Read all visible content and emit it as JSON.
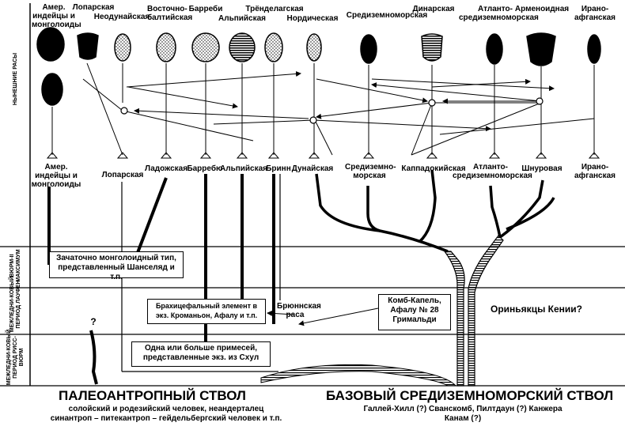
{
  "present_races_label": "НЫНЕШНИЕ РАСЫ",
  "period_labels": {
    "wurm": "ВЮРМ-II МАКСИМУМ",
    "laufen": "МЕЖЛЕДНИ-КОВЫЙ ПЕРИОД ЛАУФЕН",
    "riss": "МЕЖЛЕДНИ-КОВЫЙ ПЕРИОД РИСС-ВЮРМ"
  },
  "top_races": [
    {
      "key": "amer",
      "label": "Амер. индейцы и монголоиды"
    },
    {
      "key": "lapp",
      "label": "Лопарская"
    },
    {
      "key": "neodanube",
      "label": "Неодунайская"
    },
    {
      "key": "eastbaltic",
      "label": "Восточно-балтийская"
    },
    {
      "key": "borreby",
      "label": "Барреби"
    },
    {
      "key": "alpine",
      "label": "Альпийская"
    },
    {
      "key": "trondelag",
      "label": "Трёнделагская"
    },
    {
      "key": "nordic",
      "label": "Нордическая"
    },
    {
      "key": "mediterranean",
      "label": "Средиземноморская"
    },
    {
      "key": "dinaric",
      "label": "Динарская"
    },
    {
      "key": "atlanto",
      "label": "Атланто-средиземноморская"
    },
    {
      "key": "armenoid",
      "label": "Арменоидная"
    },
    {
      "key": "iranoafghan",
      "label": "Ирано-афганская"
    }
  ],
  "ancestral_races": [
    {
      "key": "amer",
      "label": "Амер. индейцы и монголоиды"
    },
    {
      "key": "lapp",
      "label": "Лопарская"
    },
    {
      "key": "ladoga",
      "label": "Ладожская"
    },
    {
      "key": "borreby",
      "label": "Барребю"
    },
    {
      "key": "alpine",
      "label": "Альпийская"
    },
    {
      "key": "brunn",
      "label": "Бринн"
    },
    {
      "key": "danube",
      "label": "Дунайская"
    },
    {
      "key": "mediterranean",
      "label": "Средиземно-морская"
    },
    {
      "key": "cappadocian",
      "label": "Каппадокийская"
    },
    {
      "key": "atlanto",
      "label": "Атланто-средиземноморская"
    },
    {
      "key": "corded",
      "label": "Шнуровая"
    },
    {
      "key": "iranoafghan",
      "label": "Ирано-афганская"
    }
  ],
  "boxes": {
    "chancelade": "Зачаточно монголоидный тип, представленный Шанселяд и т.п.",
    "brachy": "Брахицефальный элемент в экз. Кроманьон, Афалу и т.п.",
    "combe": "Комб-Капель, Афалу № 28 Гримальди",
    "skhul": "Одна или больше примесей, представленные экз. из Схул"
  },
  "free_labels": {
    "brunn_race": "Брюннская раса",
    "kenya": "Ориньякцы Кении?",
    "question": "?"
  },
  "stems": {
    "paleo_title": "ПАЛЕОАНТРОПНЫЙ СТВОЛ",
    "paleo_line1": "солойский и родезийский человек, неандерталец",
    "paleo_line2": "синантроп – питекантроп – гейдельбергский человек и т.п.",
    "base_title": "БАЗОВЫЙ СРЕДИЗЕМНОМОРСКИЙ СТВОЛ",
    "base_line1": "Галлей-Хилл (?) Сванскомб, Пилтдаун (?) Канжера",
    "base_line2": "Канам (?)"
  }
}
